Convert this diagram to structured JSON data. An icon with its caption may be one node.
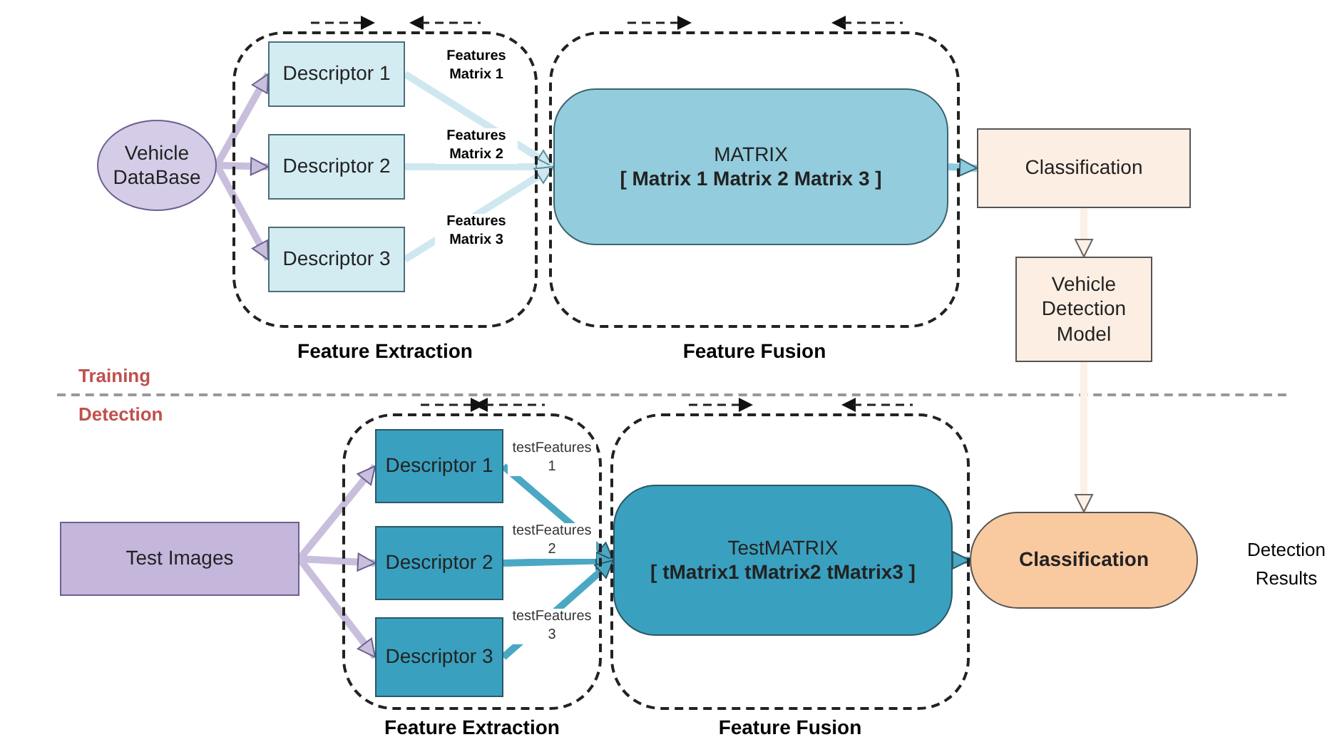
{
  "diagram": {
    "nodes": [
      {
        "text": [
          "Feature Extraction"
        ]
      },
      {
        "text": [
          "Feature Fusion"
        ]
      },
      {
        "text": [
          "Vehicle DataBase"
        ]
      },
      {
        "text": [
          "Descriptor 1"
        ],
        "in": 0
      },
      {
        "text": [
          "Descriptor 2"
        ],
        "in": 0
      },
      {
        "text": [
          "Descriptor 3"
        ],
        "in": 0
      },
      {
        "text": [
          "MATRIX",
          "[ Matrix 1   Matrix 2  Matrix 3 ]"
        ],
        "in": 1
      },
      {
        "text": [
          "Classification"
        ]
      },
      {
        "text": [
          "Vehicle Detection Model"
        ]
      },
      {
        "text": [
          "Feature Extraction"
        ]
      },
      {
        "text": [
          "Feature Fusion"
        ]
      },
      {
        "text": [
          "Test Images"
        ]
      },
      {
        "text": [
          "Descriptor 1"
        ],
        "in": 9
      },
      {
        "text": [
          "Descriptor 2"
        ],
        "in": 9
      },
      {
        "text": [
          "Descriptor 3"
        ],
        "in": 9
      },
      {
        "text": [
          "TestMATRIX",
          "[ tMatrix1 tMatrix2  tMatrix3 ]"
        ],
        "in": 10
      },
      {
        "text": [
          "Classification"
        ],
        "beside": [
          "Detection Results"
        ]
      }
    ],
    "edges": [
      {
        "from": 2,
        "to": 3,
        "arrow": "to"
      },
      {
        "from": 2,
        "to": 4,
        "arrow": "to"
      },
      {
        "from": 2,
        "to": 5,
        "arrow": "to"
      },
      {
        "from": 3,
        "to": 6,
        "arrow": "to",
        "label": "Features Matrix 1",
        "color": "#cfe8f0"
      },
      {
        "from": 4,
        "to": 6,
        "arrow": "to",
        "label": "Features Matrix 2",
        "color": "#cfe8f0"
      },
      {
        "from": 5,
        "to": 6,
        "arrow": "to",
        "label": "Features Matrix 3",
        "color": "#cfe8f0"
      },
      {
        "from": 6,
        "to": 7,
        "arrow": "to",
        "color": "#8ccbe0"
      },
      {
        "from": 7,
        "to": 8,
        "arrow": "to",
        "color": "#fdf0e6"
      },
      {
        "from": 8,
        "to": 16,
        "arrow": "to",
        "color": "#fdf0e6"
      },
      {
        "from": 11,
        "to": 12,
        "arrow": "to"
      },
      {
        "from": 11,
        "to": 13,
        "arrow": "to"
      },
      {
        "from": 11,
        "to": 14,
        "arrow": "to"
      },
      {
        "from": 12,
        "to": 15,
        "arrow": "to",
        "label": "testFeatures 1",
        "color": "#4aa8c4"
      },
      {
        "from": 13,
        "to": 15,
        "arrow": "to",
        "label": "testFeatures 2",
        "color": "#4aa8c4"
      },
      {
        "from": 14,
        "to": 15,
        "arrow": "to",
        "label": "testFeatures 3",
        "color": "#4aa8c4"
      },
      {
        "from": 15,
        "to": 16,
        "arrow": "to",
        "color": "#4aa8c4"
      }
    ],
    "labels": [
      "Training",
      "Detection"
    ]
  }
}
